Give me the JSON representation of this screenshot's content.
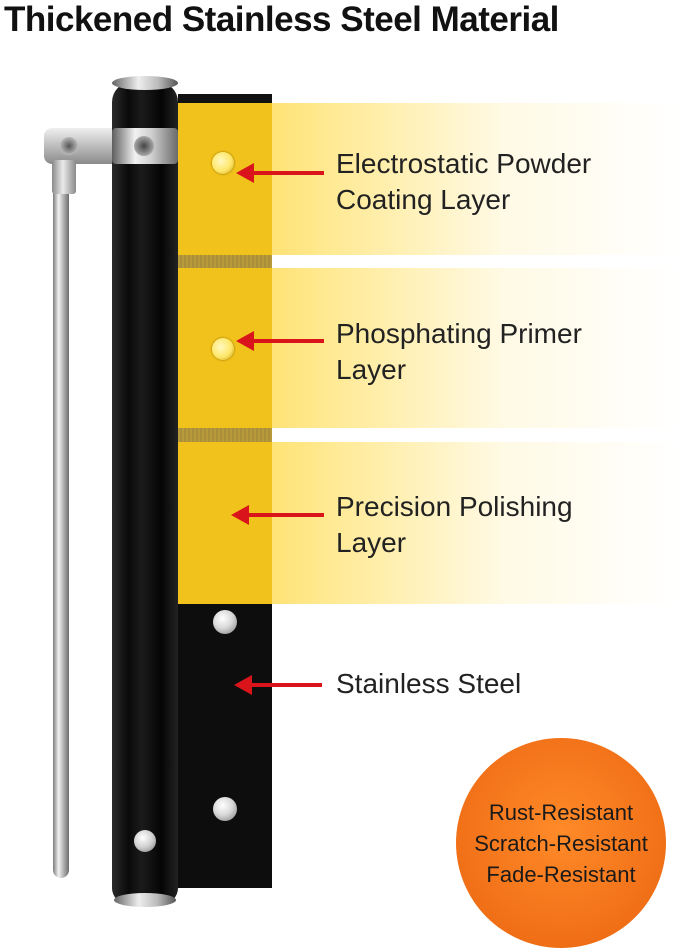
{
  "title": "Thickened Stainless Steel Material",
  "layers": [
    {
      "line1": "Electrostatic Powder",
      "line2": "Coating Layer"
    },
    {
      "line1": "Phosphating Primer",
      "line2": "Layer"
    },
    {
      "line1": "Precision Polishing",
      "line2": "Layer"
    },
    {
      "line1": "Stainless Steel",
      "line2": ""
    }
  ],
  "badge": {
    "line1": "Rust-Resistant",
    "line2": "Scratch-Resistant",
    "line3": "Fade-Resistant"
  },
  "colors": {
    "accent_red": "#d9141b",
    "layer_yellow": "#f1c21b",
    "badge_orange": "#f3731a",
    "steel_black": "#0d0d0d"
  }
}
